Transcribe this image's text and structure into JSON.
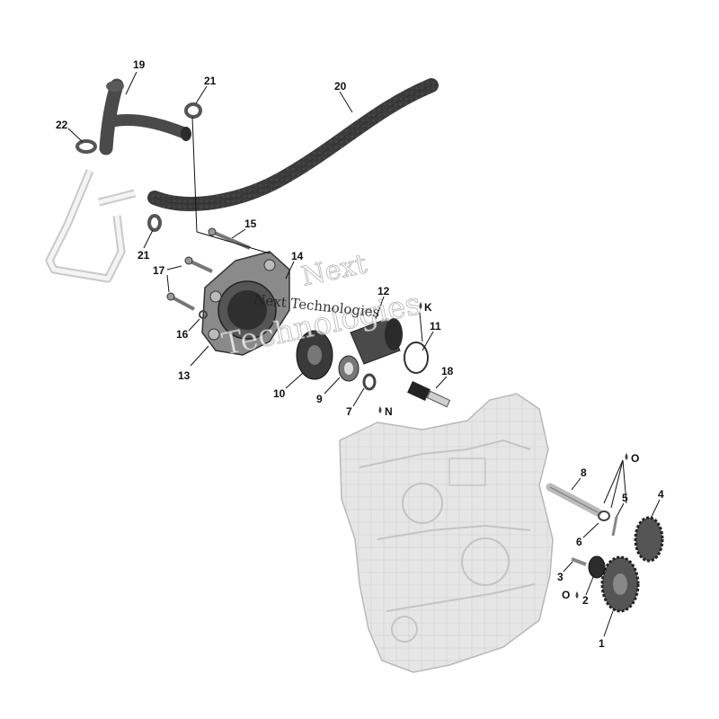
{
  "watermark": {
    "line1": "Next",
    "line2": "Technologies",
    "line3": "Next Technologies"
  },
  "callouts": [
    {
      "id": "c19",
      "label": "19"
    },
    {
      "id": "c21a",
      "label": "21"
    },
    {
      "id": "c20",
      "label": "20"
    },
    {
      "id": "c22",
      "label": "22"
    },
    {
      "id": "c15",
      "label": "15"
    },
    {
      "id": "c21b",
      "label": "21"
    },
    {
      "id": "c14",
      "label": "14"
    },
    {
      "id": "c17",
      "label": "17"
    },
    {
      "id": "c12",
      "label": "12"
    },
    {
      "id": "cK",
      "label": "K"
    },
    {
      "id": "c11",
      "label": "11"
    },
    {
      "id": "c16",
      "label": "16"
    },
    {
      "id": "c13",
      "label": "13"
    },
    {
      "id": "c18",
      "label": "18"
    },
    {
      "id": "c10",
      "label": "10"
    },
    {
      "id": "c9",
      "label": "9"
    },
    {
      "id": "c7",
      "label": "7"
    },
    {
      "id": "cN",
      "label": "N"
    },
    {
      "id": "cO1",
      "label": "O"
    },
    {
      "id": "c8",
      "label": "8"
    },
    {
      "id": "c4",
      "label": "4"
    },
    {
      "id": "c5",
      "label": "5"
    },
    {
      "id": "c6",
      "label": "6"
    },
    {
      "id": "c3",
      "label": "3"
    },
    {
      "id": "cO2",
      "label": "O"
    },
    {
      "id": "c2",
      "label": "2"
    },
    {
      "id": "c1",
      "label": "1"
    }
  ],
  "colors": {
    "part_dark": "#3a3a3a",
    "part_mid": "#6b6b6b",
    "part_light": "#bdbdbd",
    "engine_ghost": "#d9d9d9",
    "ink": "#111111"
  }
}
